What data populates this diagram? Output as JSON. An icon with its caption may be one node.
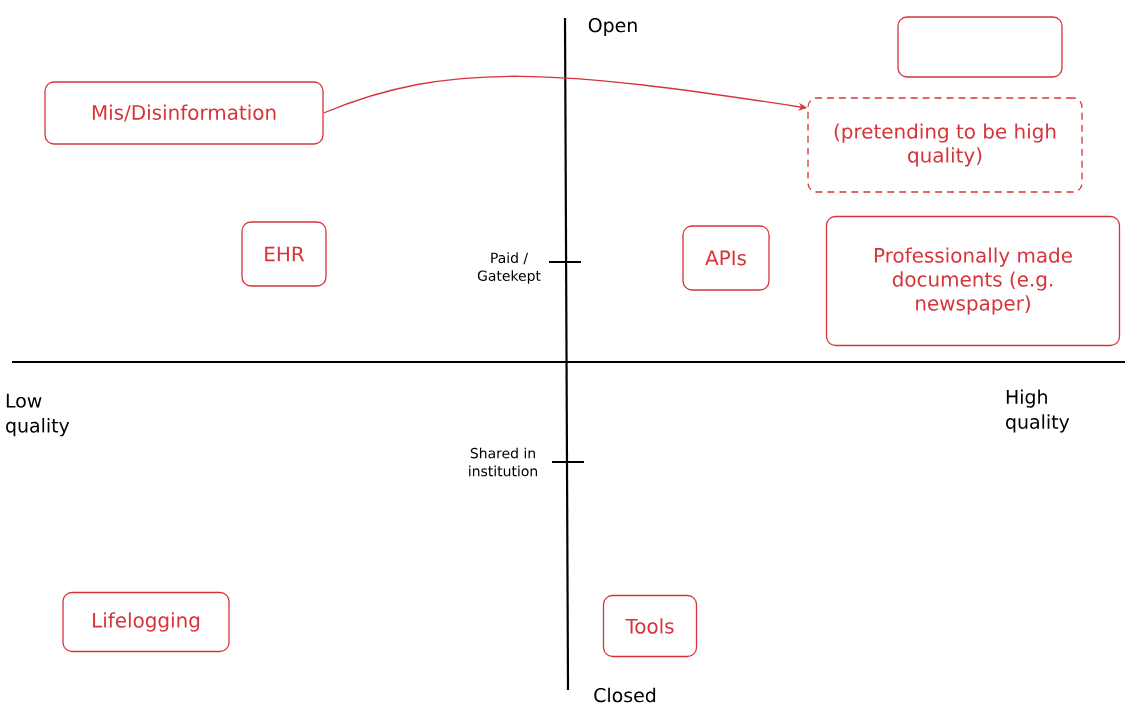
{
  "diagram": {
    "nodes": [
      {
        "text": [
          "Mis/Disinformation"
        ]
      },
      {
        "text": [
          "(pretending to be high quality)"
        ]
      },
      {
        "text": [],
        "shape": "box"
      },
      {
        "text": [
          "EHR"
        ]
      },
      {
        "text": [
          "APIs"
        ]
      },
      {
        "text": [
          "Professionally made documents (e.g. newspaper)"
        ]
      },
      {
        "text": [
          "Lifelogging"
        ]
      },
      {
        "text": [
          "Tools"
        ]
      }
    ],
    "edges": [
      {
        "from": 0,
        "to": 1,
        "arrow": "to"
      }
    ],
    "labels": [
      "Open",
      "Paid / Gatekept",
      "Low quality",
      "High quality",
      "Shared in institution",
      "Closed"
    ]
  }
}
